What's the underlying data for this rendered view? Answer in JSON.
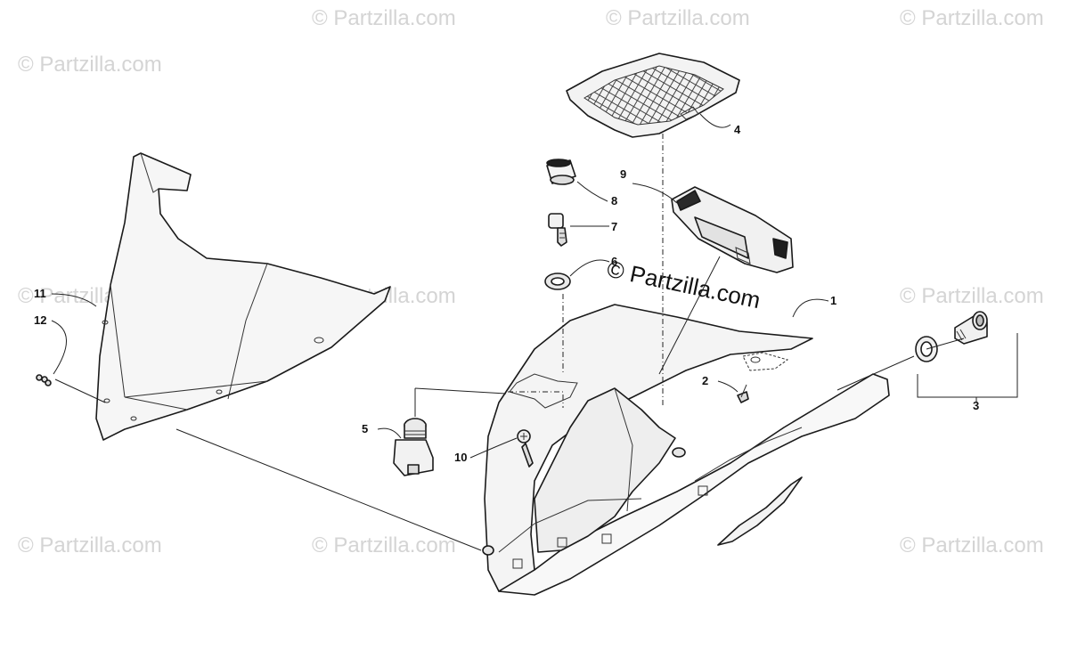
{
  "watermarks": {
    "brand": "© Partzilla.com",
    "center": "© Partzilla.com"
  },
  "callouts": {
    "c1": "1",
    "c2": "2",
    "c3": "3",
    "c4": "4",
    "c5": "5",
    "c6": "6",
    "c7": "7",
    "c8": "8",
    "c9": "9",
    "c10": "10",
    "c11": "11",
    "c12": "12"
  },
  "colors": {
    "ink": "#1a1a1a",
    "part_fill": "#f4f4f4",
    "watermark": "#d4d4d4"
  }
}
